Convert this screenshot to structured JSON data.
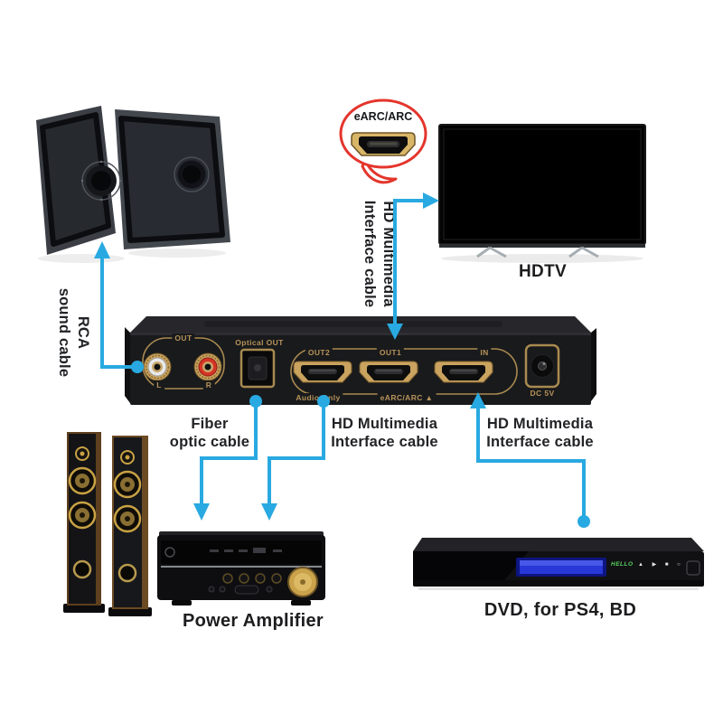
{
  "colors": {
    "cable_blue": "#29a9e1",
    "panel_gold": "#b6935a",
    "callout_red": "#e4352c",
    "label_text": "#222326"
  },
  "callout": {
    "label": "eARC/ARC"
  },
  "cables": {
    "rca": {
      "line1": "RCA",
      "line2": "sound cable"
    },
    "hdmi_tv": {
      "line1": "HD Multimedia",
      "line2": "Interface cable"
    },
    "fiber": {
      "line1": "Fiber",
      "line2": "optic cable"
    },
    "hdmi_amp": {
      "line1": "HD Multimedia",
      "line2": "Interface cable"
    },
    "hdmi_dvd": {
      "line1": "HD Multimedia",
      "line2": "Interface cable"
    }
  },
  "switcher": {
    "rca_group_label": "OUT",
    "rca_left": "L",
    "rca_right": "R",
    "optical_label": "Optical OUT",
    "out2_label": "OUT2",
    "out1_label": "OUT1",
    "in_label": "IN",
    "audio_only_label": "Audio Only",
    "earc_label": "eARC/ARC ▲",
    "dc_label": "DC 5V"
  },
  "devices": {
    "tv": {
      "label": "HDTV"
    },
    "amplifier": {
      "label": "Power Amplifier"
    },
    "dvd": {
      "label": "DVD, for PS4, BD",
      "display_text": "HELLO",
      "controls": "▲ ▶ ■ ○"
    }
  }
}
